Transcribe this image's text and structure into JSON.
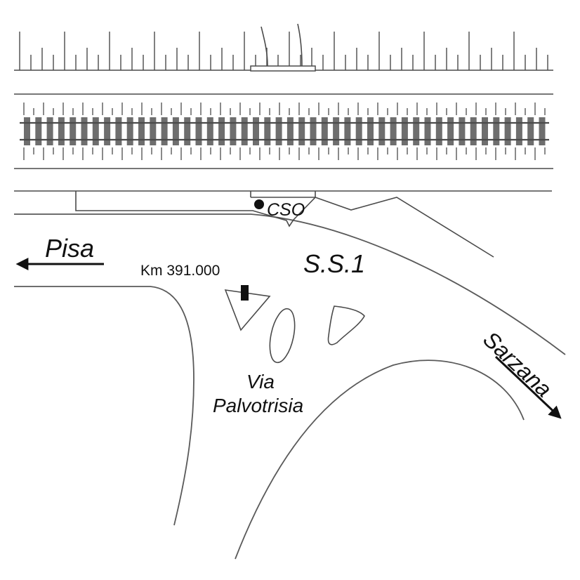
{
  "labels": {
    "pisa": "Pisa",
    "km": "Km 391.000",
    "ss1": "S.S.1",
    "cso": "CSO",
    "sarzana": "Sarzana",
    "via_line1": "Via",
    "via_line2": "Palvotrisia"
  },
  "colors": {
    "line": "#4a4a4a",
    "sleeper": "#6e6e6e",
    "ink": "#111111"
  },
  "icons": {
    "west_arrow": "arrow-left-icon",
    "east_arrow": "arrow-down-right-icon",
    "marker": "km-marker-icon",
    "cso_dot": "dot-icon"
  }
}
